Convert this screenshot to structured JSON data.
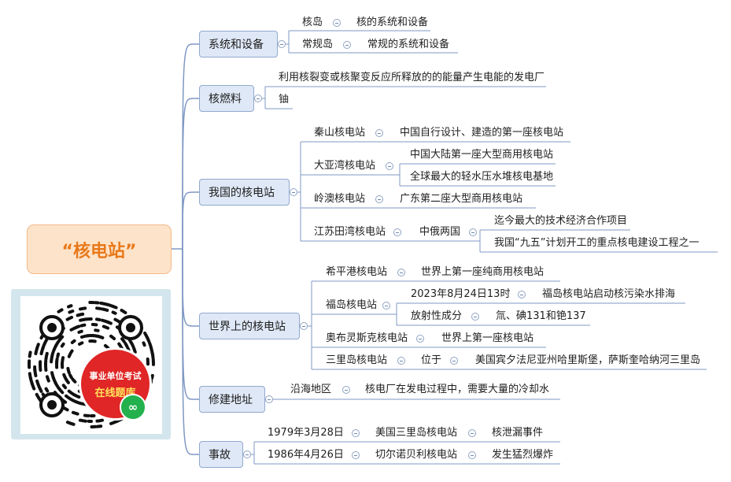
{
  "root": {
    "label": "“核电站”"
  },
  "branches": [
    {
      "id": "sys",
      "label": "系统和设备"
    },
    {
      "id": "fuel",
      "label": "核燃料"
    },
    {
      "id": "cn",
      "label": "我国的核电站"
    },
    {
      "id": "world",
      "label": "世界上的核电站"
    },
    {
      "id": "site",
      "label": "修建地址"
    },
    {
      "id": "acc",
      "label": "事故"
    }
  ],
  "leaves": [
    {
      "id": "l1",
      "text": "核岛"
    },
    {
      "id": "l2",
      "text": "核的系统和设备"
    },
    {
      "id": "l3",
      "text": "常规岛"
    },
    {
      "id": "l4",
      "text": "常规的系统和设备"
    },
    {
      "id": "l5",
      "text": "利用核裂变或核聚变反应所释放的的能量产生电能的发电厂"
    },
    {
      "id": "l6",
      "text": "铀"
    },
    {
      "id": "l7",
      "text": "秦山核电站"
    },
    {
      "id": "l8",
      "text": "中国自行设计、建造的第一座核电站"
    },
    {
      "id": "l9",
      "text": "大亚湾核电站"
    },
    {
      "id": "l10",
      "text": "中国大陆第一座大型商用核电站"
    },
    {
      "id": "l11",
      "text": "全球最大的轻水压水堆核电基地"
    },
    {
      "id": "l12",
      "text": "岭澳核电站"
    },
    {
      "id": "l13",
      "text": "广东第二座大型商用核电站"
    },
    {
      "id": "l14",
      "text": "江苏田湾核电站"
    },
    {
      "id": "l15",
      "text": "中俄两国"
    },
    {
      "id": "l16",
      "text": "迄今最大的技术经济合作项目"
    },
    {
      "id": "l17",
      "text": "我国“九五”计划开工的重点核电建设工程之一"
    },
    {
      "id": "l18",
      "text": "希平港核电站"
    },
    {
      "id": "l19",
      "text": "世界上第一座纯商用核电站"
    },
    {
      "id": "l20",
      "text": "福岛核电站"
    },
    {
      "id": "l21",
      "text": "2023年8月24日13时"
    },
    {
      "id": "l22",
      "text": "福岛核电站启动核污染水排海"
    },
    {
      "id": "l23",
      "text": "放射性成分"
    },
    {
      "id": "l24",
      "text": "氚、碘131和铯137"
    },
    {
      "id": "l25",
      "text": "奥布灵斯克核电站"
    },
    {
      "id": "l26",
      "text": "世界上第一座核电站"
    },
    {
      "id": "l27",
      "text": "三里岛核电站"
    },
    {
      "id": "l28",
      "text": "位于"
    },
    {
      "id": "l29",
      "text": "美国宾夕法尼亚州哈里斯堡，萨斯奎哈纳河三里岛"
    },
    {
      "id": "l30",
      "text": "沿海地区"
    },
    {
      "id": "l31",
      "text": "核电厂在发电过程中，需要大量的冷却水"
    },
    {
      "id": "l32",
      "text": "1979年3月28日"
    },
    {
      "id": "l33",
      "text": "美国三里岛核电站"
    },
    {
      "id": "l34",
      "text": "核泄漏事件"
    },
    {
      "id": "l35",
      "text": "1986年4月26日"
    },
    {
      "id": "l36",
      "text": "切尔诺贝利核电站"
    },
    {
      "id": "l37",
      "text": "发生猛烈爆炸"
    }
  ],
  "qr": {
    "line1": "事业单位考试",
    "line2": "在线题库"
  },
  "colors": {
    "line": "#7f98c4",
    "branch_fill": "#dfe8f6",
    "root_text": "#e8791a"
  }
}
